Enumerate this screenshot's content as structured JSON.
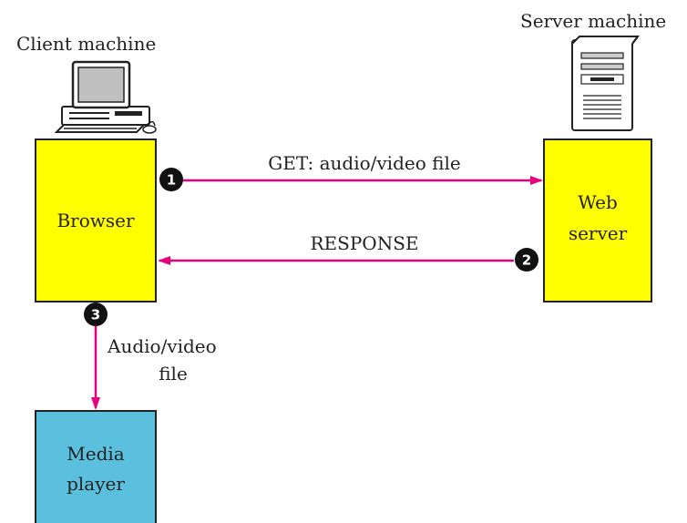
{
  "client": {
    "caption": "Client machine",
    "box_label": "Browser",
    "box_color": "#ffff00",
    "icon": "desktop-computer-icon"
  },
  "server": {
    "caption": "Server machine",
    "box_label_line1": "Web",
    "box_label_line2": "server",
    "box_color": "#ffff00",
    "icon": "server-tower-icon"
  },
  "player": {
    "box_label_line1": "Media",
    "box_label_line2": "player",
    "box_color": "#5bc0de"
  },
  "arrows": {
    "color": "#e6007e",
    "request": {
      "step": "1",
      "label": "GET: audio/video file"
    },
    "response": {
      "step": "2",
      "label": "RESPONSE"
    },
    "delivery": {
      "step": "3",
      "label_line1": "Audio/video",
      "label_line2": "file"
    }
  }
}
